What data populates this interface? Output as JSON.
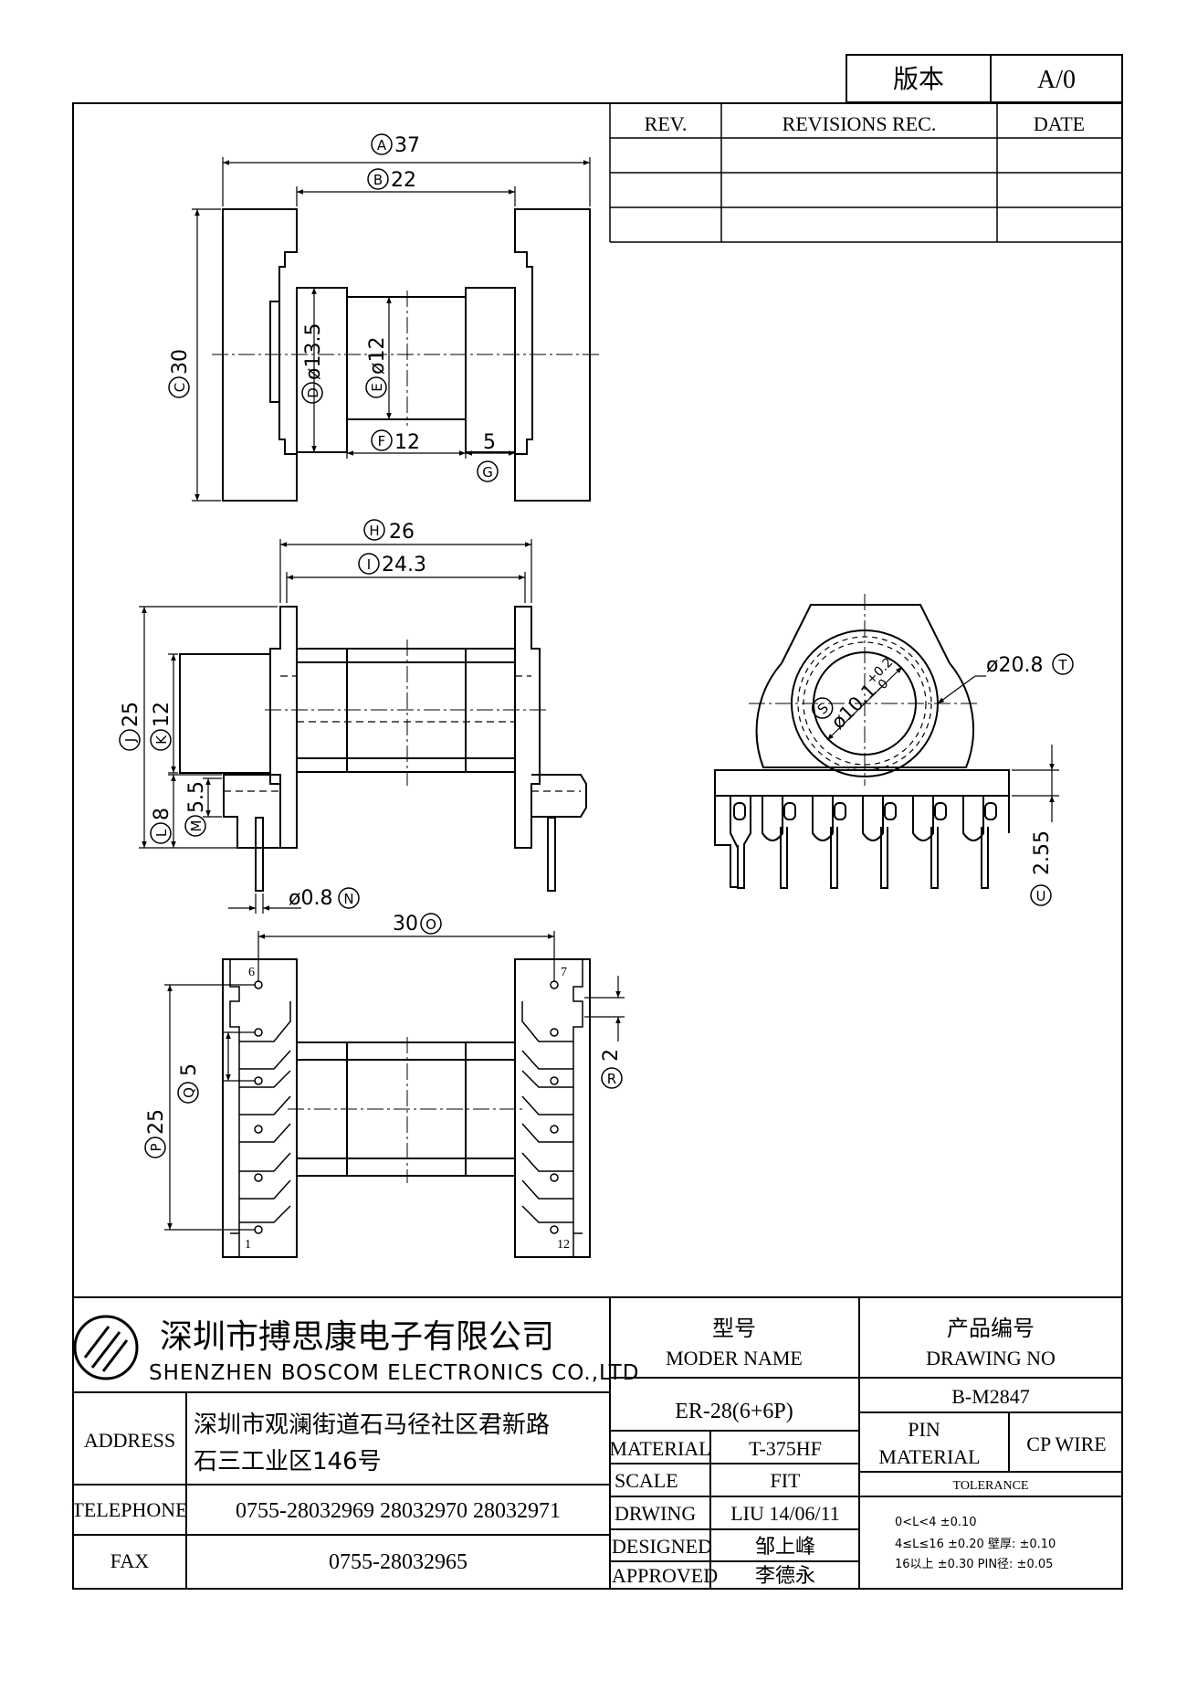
{
  "version_box": {
    "label": "版本",
    "value": "A/0"
  },
  "revisions": {
    "headers": [
      "REV.",
      "REVISIONS REC.",
      "DATE"
    ],
    "rows": 3
  },
  "top_view": {
    "dims": {
      "A": "A",
      "A_val": "37",
      "B": "B",
      "B_val": "22",
      "C": "C",
      "C_val": "30",
      "D": "D",
      "D_val": "ø13.5",
      "E": "E",
      "E_val": "ø12",
      "F": "F",
      "F_val": "12",
      "G": "G",
      "G_val": "5"
    }
  },
  "side_view": {
    "dims": {
      "H": "H",
      "H_val": "26",
      "I": "I",
      "I_val": "24.3",
      "J": "J",
      "J_val": "25",
      "K": "K",
      "K_val": "12",
      "L": "L",
      "L_val": "8",
      "M": "M",
      "M_val": "5.5",
      "N": "N",
      "N_val": "ø0.8"
    }
  },
  "end_view": {
    "dims": {
      "S": "S",
      "S_val": "ø10.1",
      "S_tol_upper": "+0.2",
      "S_tol_lower": "-0",
      "T": "T",
      "T_val": "ø20.8",
      "U": "U",
      "U_val": "2.55"
    }
  },
  "bottom_view": {
    "dims": {
      "O": "O",
      "O_val": "30",
      "P": "P",
      "P_val": "25",
      "Q": "Q",
      "Q_val": "5",
      "R": "R",
      "R_val": "2"
    },
    "pins": {
      "p6": "6",
      "p7": "7",
      "p1": "1",
      "p12": "12"
    }
  },
  "title_block": {
    "company_cn": "深圳市搏思康电子有限公司",
    "company_en": "SHENZHEN BOSCOM ELECTRONICS CO.,LTD",
    "model_cn": "型号",
    "model_en": "MODER NAME",
    "model_value": "ER-28(6+6P)",
    "drawing_no_cn": "产品编号",
    "drawing_no_en": "DRAWING NO",
    "drawing_no_value": "B-M2847",
    "address_label": "ADDRESS",
    "address_line1": "深圳市观澜街道石马径社区君新路",
    "address_line2": "石三工业区146号",
    "telephone_label": "TELEPHONE",
    "telephone_value": "0755-28032969 28032970 28032971",
    "fax_label": "FAX",
    "fax_value": "0755-28032965",
    "material_label": "MATERIAL",
    "material_value": "T-375HF",
    "scale_label": "SCALE",
    "scale_value": "FIT",
    "drawing_label": "DRWING",
    "drawing_value": "LIU 14/06/11",
    "designed_label": "DESIGNED",
    "designed_value": "邹上峰",
    "approved_label": "APPROVED",
    "approved_value": "李德永",
    "pin_material_line1": "PIN",
    "pin_material_line2": "MATERIAL",
    "pin_material_value": "CP WIRE",
    "tolerance_label": "TOLERANCE",
    "tolerance_line1": "0<L<4   ±0.10",
    "tolerance_line2": "4≤L≤16  ±0.20  壁厚:  ±0.10",
    "tolerance_line3": "16以上    ±0.30  PIN径: ±0.05"
  }
}
